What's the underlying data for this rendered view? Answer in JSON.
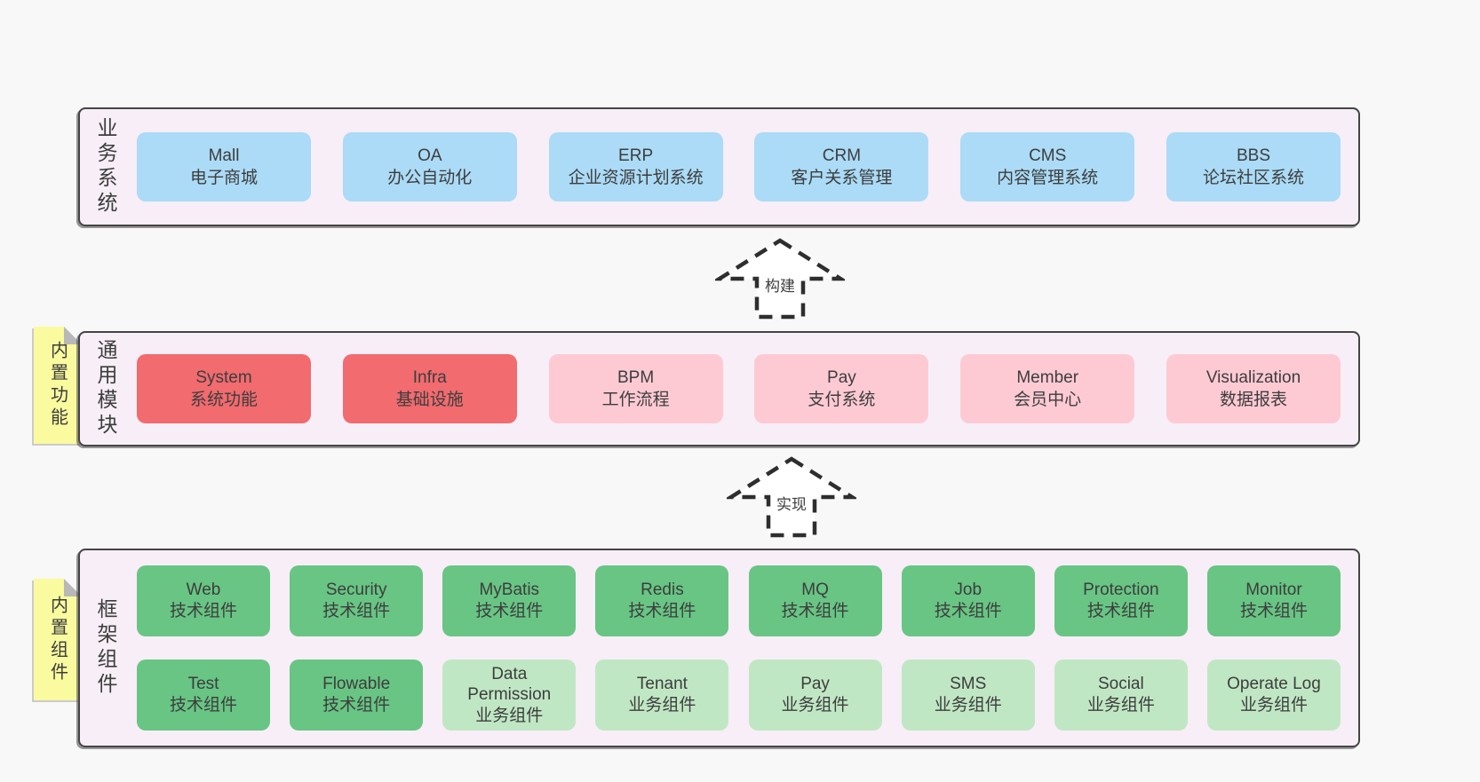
{
  "diagram": {
    "bands": {
      "business": {
        "title": "业务系统",
        "boxes": [
          {
            "name": "Mall",
            "desc": "电子商城",
            "type": "blue"
          },
          {
            "name": "OA",
            "desc": "办公自动化",
            "type": "blue"
          },
          {
            "name": "ERP",
            "desc": "企业资源计划系统",
            "type": "blue"
          },
          {
            "name": "CRM",
            "desc": "客户关系管理",
            "type": "blue"
          },
          {
            "name": "CMS",
            "desc": "内容管理系统",
            "type": "blue"
          },
          {
            "name": "BBS",
            "desc": "论坛社区系统",
            "type": "blue"
          }
        ]
      },
      "common": {
        "title": "通用模块",
        "note": "内置功能",
        "boxes": [
          {
            "name": "System",
            "desc": "系统功能",
            "type": "red"
          },
          {
            "name": "Infra",
            "desc": "基础设施",
            "type": "red"
          },
          {
            "name": "BPM",
            "desc": "工作流程",
            "type": "pink"
          },
          {
            "name": "Pay",
            "desc": "支付系统",
            "type": "pink"
          },
          {
            "name": "Member",
            "desc": "会员中心",
            "type": "pink"
          },
          {
            "name": "Visualization",
            "desc": "数据报表",
            "type": "pink"
          }
        ]
      },
      "framework": {
        "title": "框架组件",
        "note": "内置组件",
        "rows": [
          [
            {
              "name": "Web",
              "desc": "技术组件",
              "type": "green"
            },
            {
              "name": "Security",
              "desc": "技术组件",
              "type": "green"
            },
            {
              "name": "MyBatis",
              "desc": "技术组件",
              "type": "green"
            },
            {
              "name": "Redis",
              "desc": "技术组件",
              "type": "green"
            },
            {
              "name": "MQ",
              "desc": "技术组件",
              "type": "green"
            },
            {
              "name": "Job",
              "desc": "技术组件",
              "type": "green"
            },
            {
              "name": "Protection",
              "desc": "技术组件",
              "type": "green"
            },
            {
              "name": "Monitor",
              "desc": "技术组件",
              "type": "green"
            }
          ],
          [
            {
              "name": "Test",
              "desc": "技术组件",
              "type": "green"
            },
            {
              "name": "Flowable",
              "desc": "技术组件",
              "type": "green"
            },
            {
              "name": "Data Permission",
              "desc": "业务组件",
              "type": "lightgreen"
            },
            {
              "name": "Tenant",
              "desc": "业务组件",
              "type": "lightgreen"
            },
            {
              "name": "Pay",
              "desc": "业务组件",
              "type": "lightgreen"
            },
            {
              "name": "SMS",
              "desc": "业务组件",
              "type": "lightgreen"
            },
            {
              "name": "Social",
              "desc": "业务组件",
              "type": "lightgreen"
            },
            {
              "name": "Operate Log",
              "desc": "业务组件",
              "type": "lightgreen"
            }
          ]
        ]
      }
    },
    "arrows": {
      "build": {
        "label": "构建"
      },
      "implement": {
        "label": "实现"
      }
    },
    "colors": {
      "page_bg": "#f8f8f8",
      "band_bg": "#f8eef7",
      "band_border": "#454545",
      "blue": "#abdbf6",
      "red": "#f16b6f",
      "pink": "#fdcad4",
      "green": "#68c584",
      "lightgreen": "#c0e7c4",
      "note_yellow": "#fafa9f",
      "fold_gray": "#b8b8b8",
      "text": "#3d3d3d"
    }
  }
}
